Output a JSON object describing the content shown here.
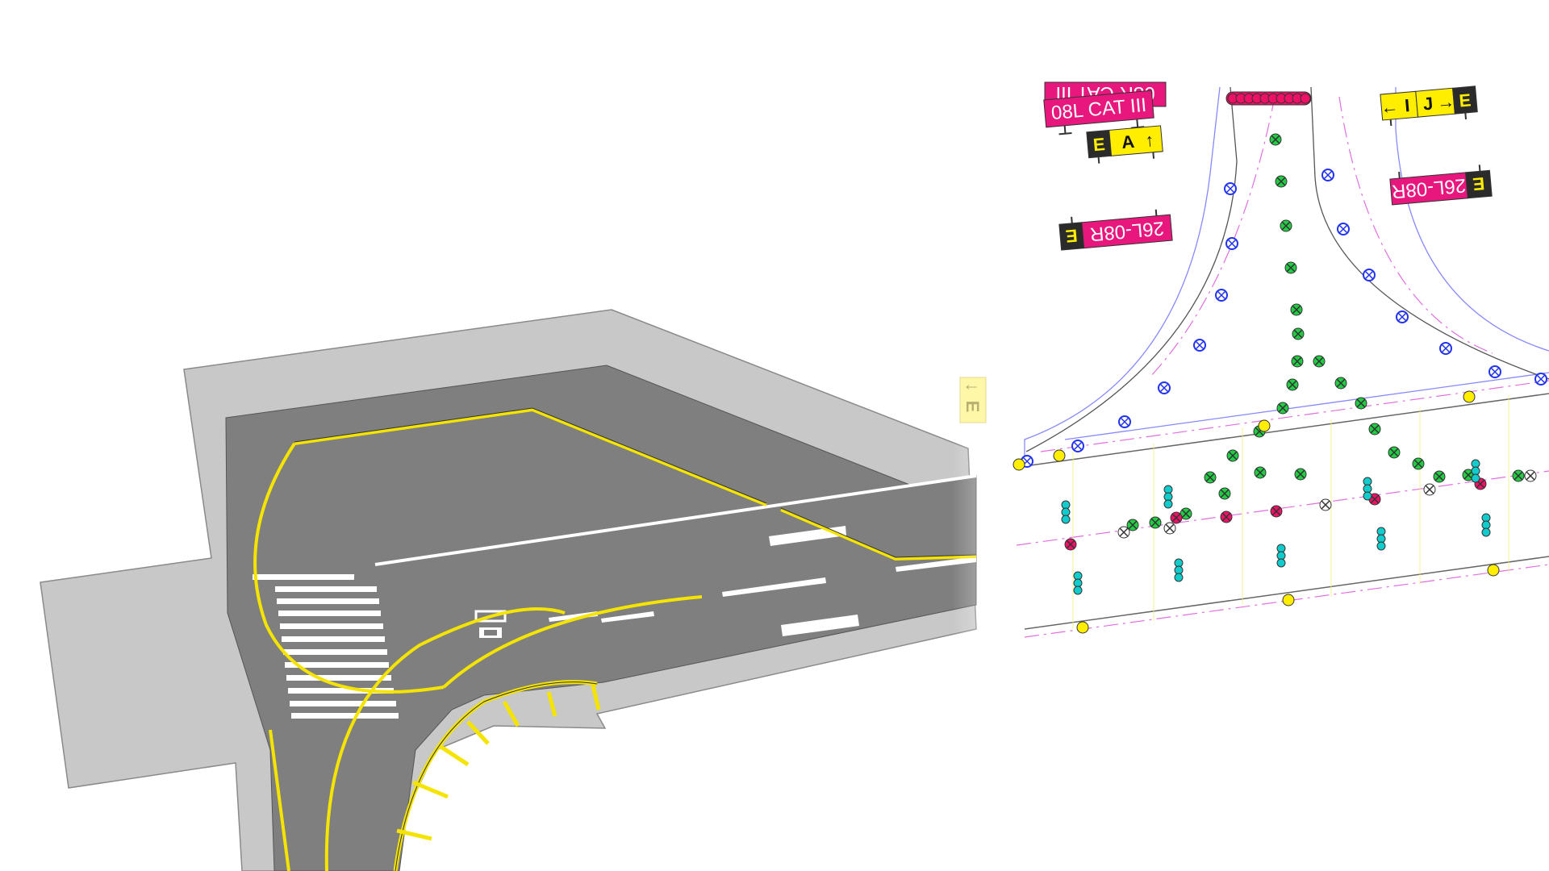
{
  "signs": [
    {
      "id": "top-partial",
      "text": "08R CAT III",
      "color": "#e8177d",
      "text_color": "#ffffff"
    },
    {
      "id": "cat3-08l",
      "text": "08L CAT III",
      "color": "#e8177d",
      "text_color": "#ffffff"
    },
    {
      "id": "location-e-left",
      "location": "E",
      "direction": "A",
      "color": "#ffee00",
      "loc_color": "#2b2b2b"
    },
    {
      "id": "rwy-left",
      "text": "26L-08R",
      "location": "E",
      "color": "#e8177d",
      "loc_color": "#2b2b2b"
    },
    {
      "id": "rwy-right",
      "text": "26L-08R",
      "location": "E",
      "color": "#e8177d",
      "loc_color": "#2b2b2b"
    },
    {
      "id": "direction-j",
      "left": "I",
      "right": "J",
      "location": "E",
      "color": "#ffee00",
      "loc_color": "#2b2b2b"
    },
    {
      "id": "faded-e",
      "text": "E",
      "color": "#fff7a8"
    }
  ],
  "colors": {
    "shoulder": "#c8c8c8",
    "pavement": "#7f7f7f",
    "taxi_line": "#f4e400",
    "marking": "#ffffff",
    "edge_light": "#2233ee",
    "centerline_green": "#22cc44",
    "stopbar_red": "#ee1166",
    "guard_cyan": "#11cccc",
    "guide_magenta": "#e070e0",
    "guide_blue": "#8888ff"
  }
}
